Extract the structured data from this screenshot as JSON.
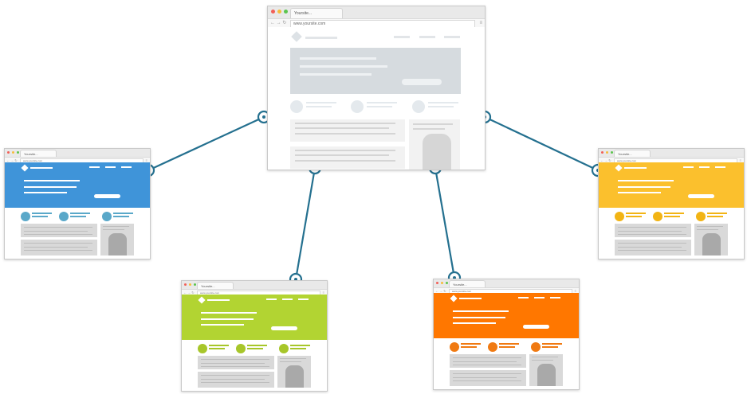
{
  "diagram": {
    "link_color": "#24708f",
    "main": {
      "tab_label": "Yoursite...",
      "url": "www.yoursite.com",
      "theme_color": "#d6dbdf",
      "accent_color": "#e4e9ed"
    },
    "variants": [
      {
        "name": "blue",
        "tab_label": "Yoursite...",
        "url": "www.yoursite.com",
        "theme_color": "#3f94d9",
        "accent_color": "#5aa8c9"
      },
      {
        "name": "green",
        "tab_label": "Yoursite...",
        "url": "www.yoursite.com",
        "theme_color": "#b2d432",
        "accent_color": "#a7c62a"
      },
      {
        "name": "orange",
        "tab_label": "Yoursite...",
        "url": "www.yoursite.com",
        "theme_color": "#ff7700",
        "accent_color": "#f07a12"
      },
      {
        "name": "yellow",
        "tab_label": "Yoursite...",
        "url": "www.yoursite.com",
        "theme_color": "#fbc02d",
        "accent_color": "#f2b414"
      }
    ]
  }
}
